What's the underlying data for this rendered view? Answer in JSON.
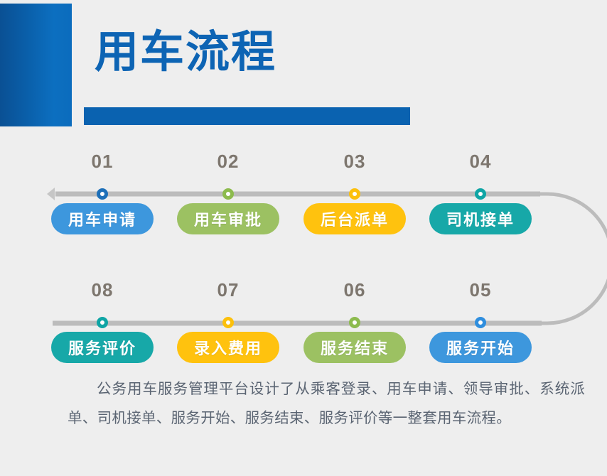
{
  "header": {
    "title": "用车流程",
    "accent_color": "#0d64b4",
    "block_color": "#0a5ea8",
    "underline_color": "#0a62b0"
  },
  "flow": {
    "line_color": "#bcbcbc",
    "number_color": "#7d766e",
    "rows": [
      {
        "name": "row-top",
        "direction": "left-to-right",
        "steps": [
          {
            "number": "01",
            "label": "用车申请",
            "color": "#3d97dd",
            "dot_color": "#1d6fb8"
          },
          {
            "number": "02",
            "label": "用车审批",
            "color": "#9cc162",
            "dot_color": "#8dbb4e"
          },
          {
            "number": "03",
            "label": "后台派单",
            "color": "#ffc20e",
            "dot_color": "#fcc00c"
          },
          {
            "number": "04",
            "label": "司机接单",
            "color": "#17a8a8",
            "dot_color": "#0fa5a5"
          }
        ]
      },
      {
        "name": "row-bottom",
        "direction": "right-to-left",
        "steps": [
          {
            "number": "08",
            "label": "服务评价",
            "color": "#17a8a8",
            "dot_color": "#0fa5a5"
          },
          {
            "number": "07",
            "label": "录入费用",
            "color": "#ffc20e",
            "dot_color": "#fcc00c"
          },
          {
            "number": "06",
            "label": "服务结束",
            "color": "#9cc162",
            "dot_color": "#8dbb4e"
          },
          {
            "number": "05",
            "label": "服务开始",
            "color": "#3d97dd",
            "dot_color": "#2f8ede"
          }
        ]
      }
    ]
  },
  "caption": {
    "text": "公务用车服务管理平台设计了从乘客登录、用车申请、领导审批、系统派单、司机接单、服务开始、服务结束、服务评价等一整套用车流程。",
    "color": "#5a6472"
  }
}
